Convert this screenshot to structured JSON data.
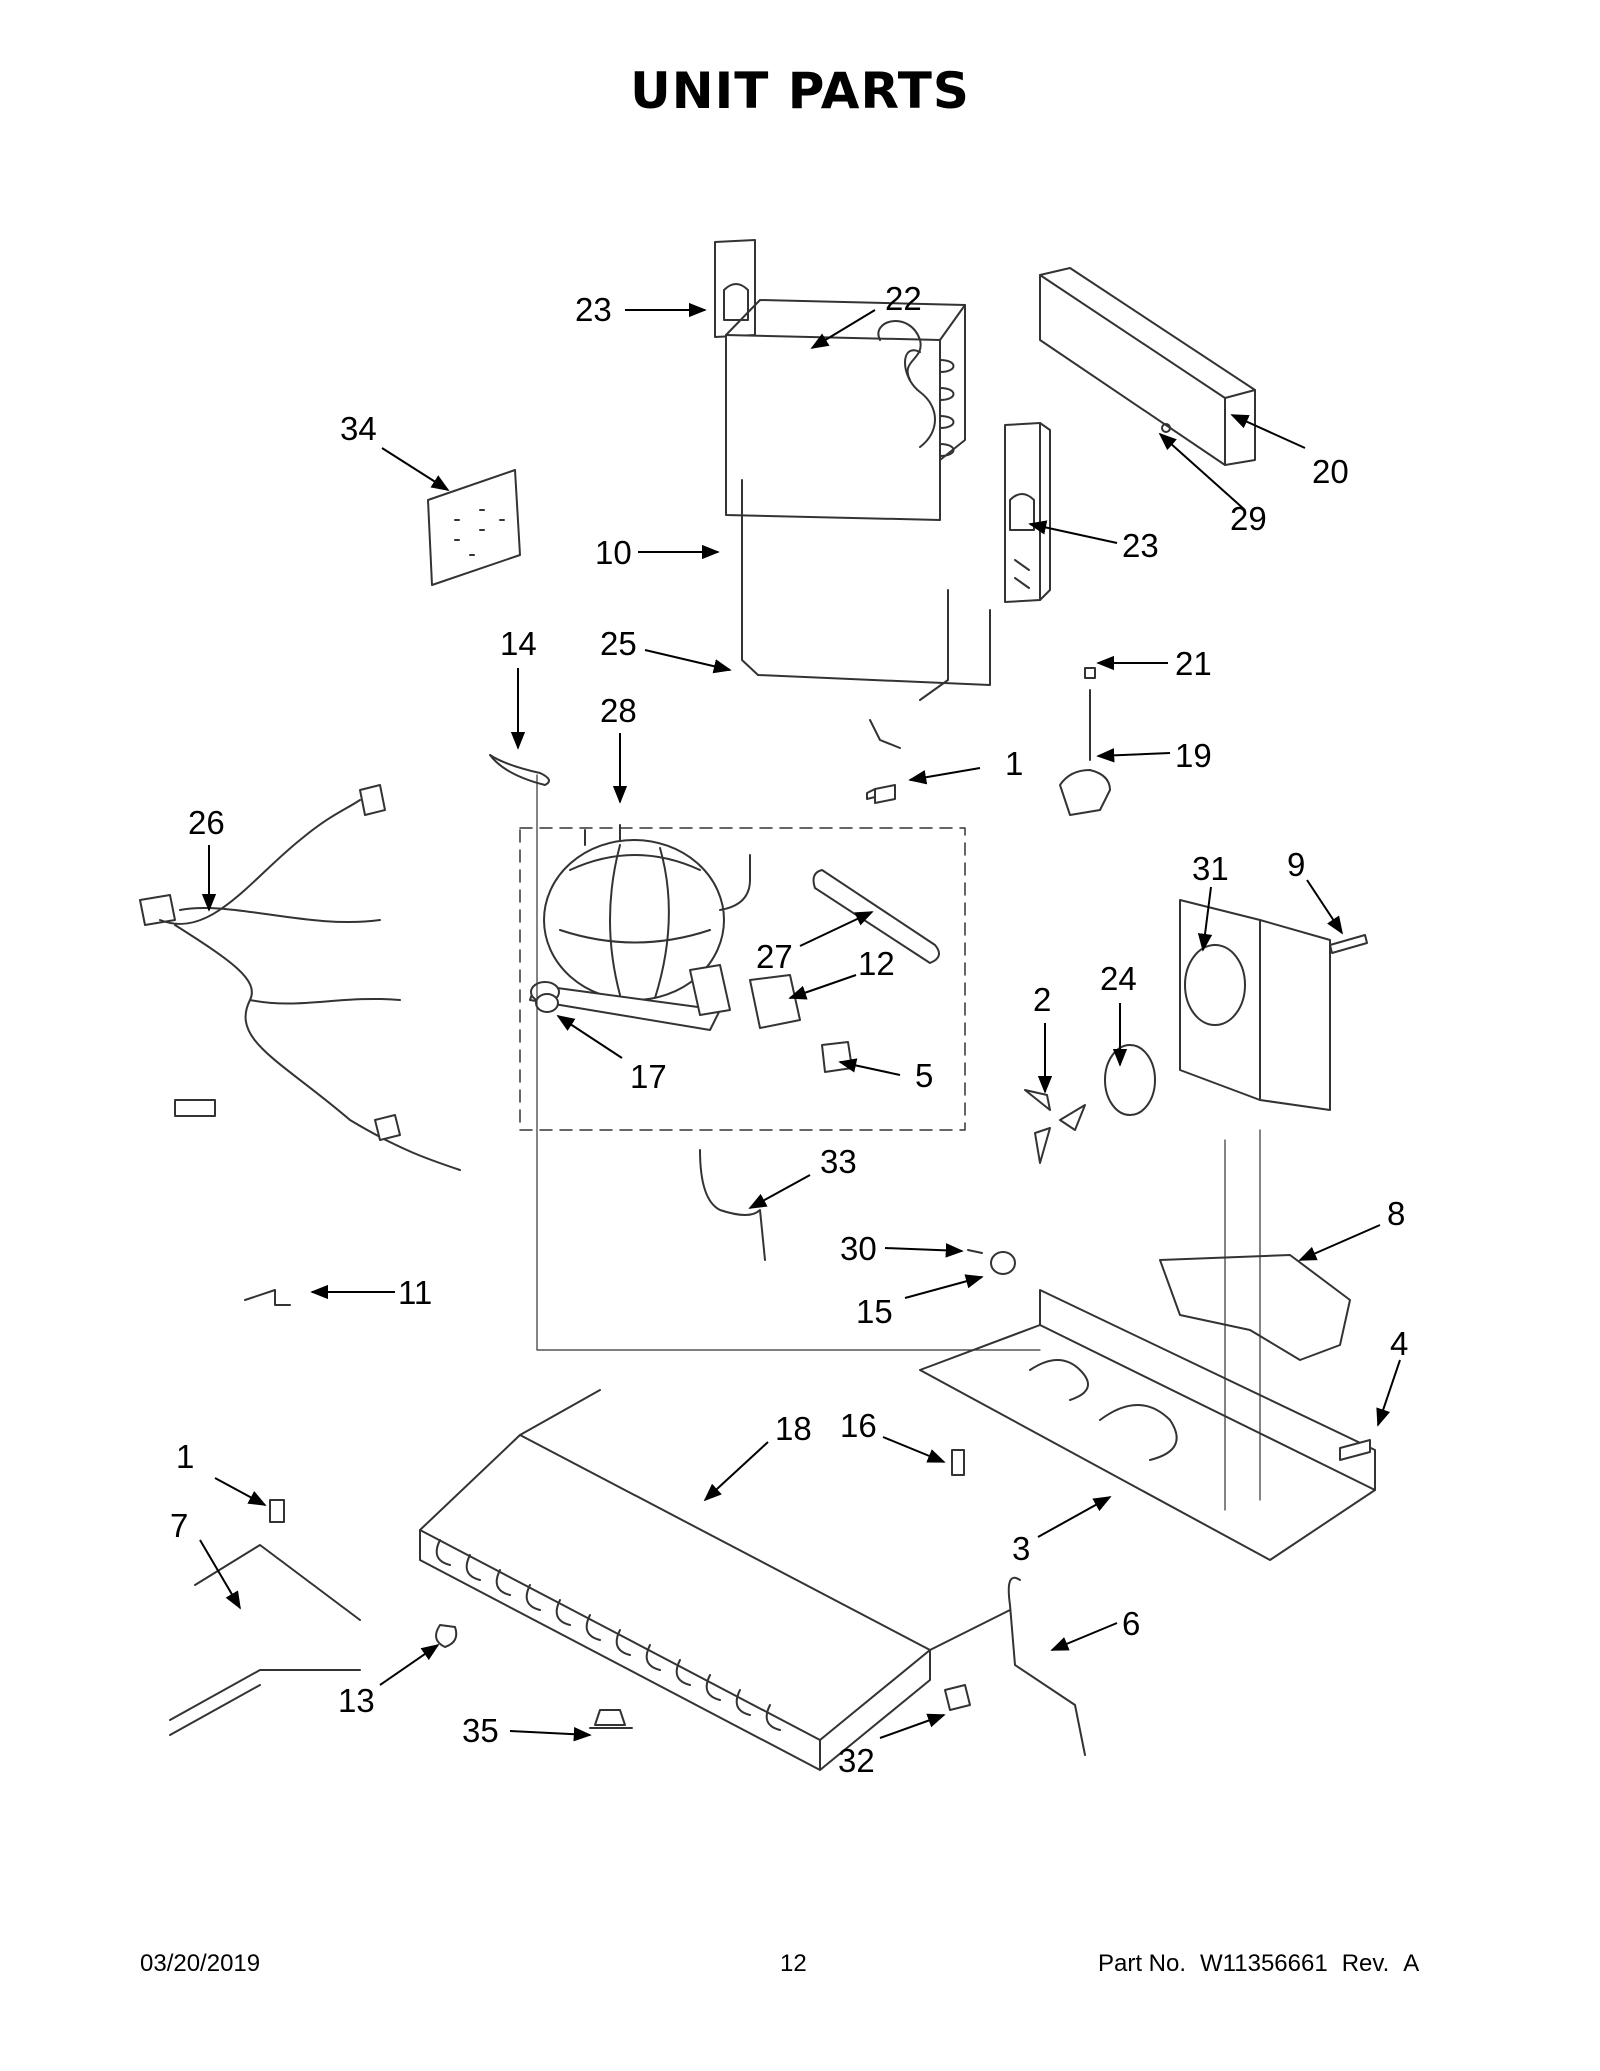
{
  "page": {
    "title": "UNIT PARTS",
    "footer": {
      "date": "03/20/2019",
      "page_number": "12",
      "part_label": "Part No.",
      "part_number": "W11356661",
      "rev_label": "Rev.",
      "rev_value": "A"
    }
  },
  "callouts": [
    "23",
    "22",
    "34",
    "20",
    "29",
    "10",
    "23",
    "14",
    "25",
    "21",
    "28",
    "1",
    "19",
    "26",
    "31",
    "9",
    "27",
    "12",
    "2",
    "24",
    "17",
    "5",
    "33",
    "8",
    "30",
    "15",
    "11",
    "4",
    "16",
    "18",
    "1",
    "7",
    "3",
    "6",
    "13",
    "35",
    "32"
  ]
}
